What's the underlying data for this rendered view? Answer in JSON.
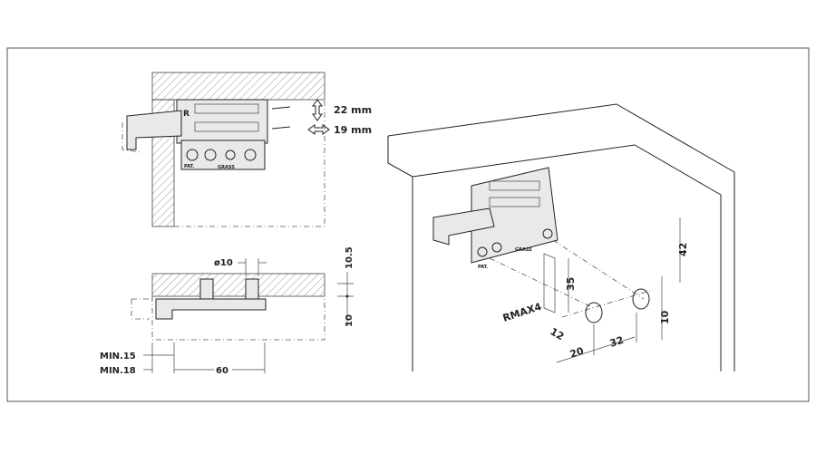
{
  "diagram": {
    "top_view": {
      "adjust_height": "22 mm",
      "adjust_depth": "19 mm",
      "side_mark": "R",
      "patent_mark": "PAT.",
      "brand_logo": "GRASS"
    },
    "section_view": {
      "hole_diameter": "ø10",
      "top_offset": "10.5",
      "bottom_offset": "10",
      "min_15": "MIN.15",
      "min_18": "MIN.18",
      "depth": "60"
    },
    "iso_view": {
      "height_42": "42",
      "height_35": "35",
      "spacing_10": "10",
      "radius": "RMAX4",
      "edge_12": "12",
      "edge_20": "20",
      "spacing_32": "32",
      "patent_mark": "PAT.",
      "brand_logo": "GRASS"
    }
  }
}
